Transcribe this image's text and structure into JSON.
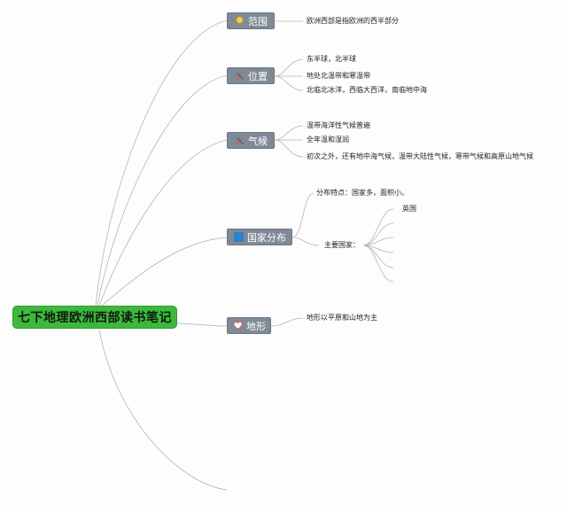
{
  "root": {
    "label": "七下地理欧洲西部读书笔记"
  },
  "topics": {
    "scope": {
      "label": "范围",
      "icon": "lightbulb-icon",
      "items": [
        "欧洲西部是指欧洲的西半部分"
      ]
    },
    "location": {
      "label": "位置",
      "icon": "tools-icon",
      "items": [
        "东半球，北半球",
        "地处北温带和寒温带",
        "北临北冰洋，西临大西洋，南临地中海"
      ]
    },
    "climate": {
      "label": "气候",
      "icon": "tools-icon",
      "items": [
        "温带海洋性气候普遍",
        "全年温和湿润",
        "初次之外，还有地中海气候，温带大陆性气候，寒带气候和高原山地气候"
      ]
    },
    "countries": {
      "label": "国家分布",
      "icon": "blue-square-icon",
      "distribution": "分布特点：国家多，面积小。",
      "main_label": "主要国家：",
      "main_items": [
        "英国"
      ]
    },
    "terrain": {
      "label": "地形",
      "icon": "heart-icon",
      "items": [
        "地形以平原和山地为主"
      ]
    }
  },
  "colors": {
    "root_fill": "#3cb93c",
    "topic_fill": "#7f8a96",
    "line": "#b3b3b3"
  }
}
